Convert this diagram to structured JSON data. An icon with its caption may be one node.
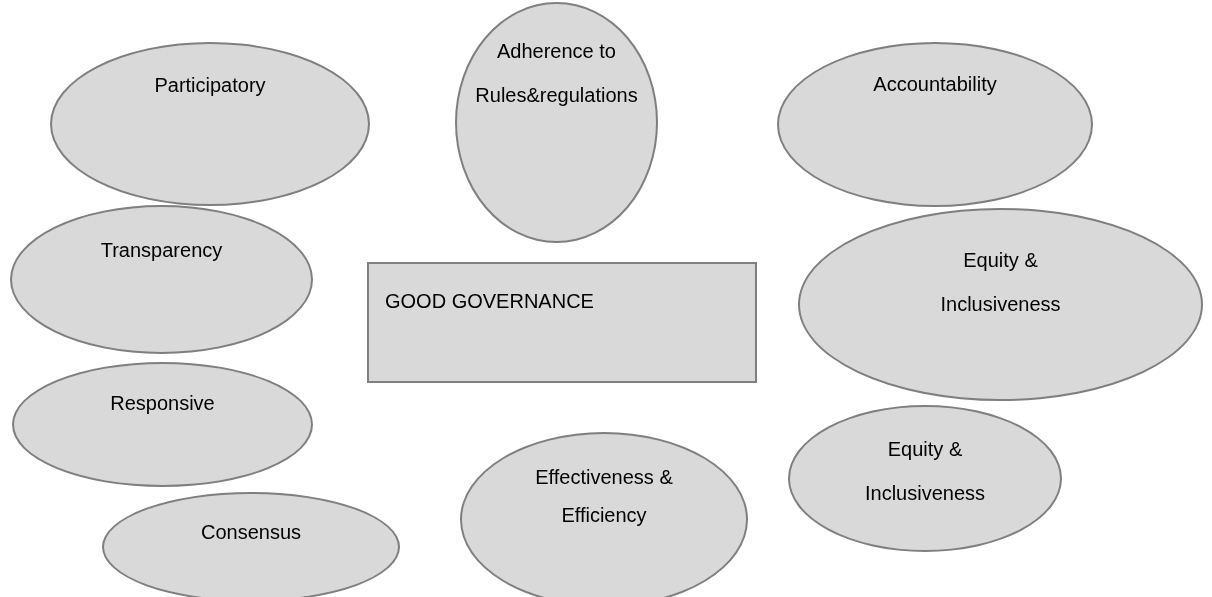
{
  "diagram": {
    "nodes": [
      {
        "text": [
          "Participatory"
        ]
      },
      {
        "text": [
          "Adherence to Rules&regulations"
        ]
      },
      {
        "text": [
          "Accountability"
        ]
      },
      {
        "text": [
          "Transparency"
        ]
      },
      {
        "text": [
          "GOOD GOVERNANCE"
        ]
      },
      {
        "text": [
          "Equity & Inclusiveness"
        ]
      },
      {
        "text": [
          "Responsive"
        ]
      },
      {
        "text": [
          "Consensus"
        ]
      },
      {
        "text": [
          "Effectiveness & Efficiency"
        ]
      },
      {
        "text": [
          "Equity & Inclusiveness"
        ]
      }
    ]
  }
}
